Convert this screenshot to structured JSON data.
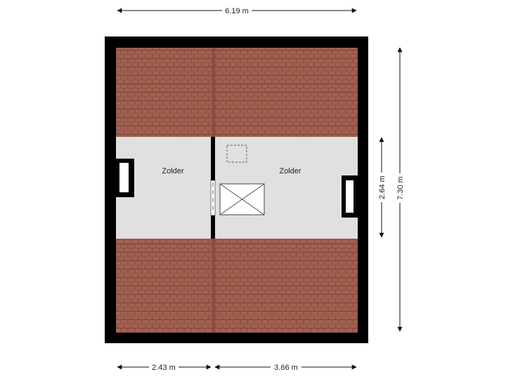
{
  "dimensions": {
    "top_width": "6.19 m",
    "bottom_left": "2.43 m",
    "bottom_right": "3.66 m",
    "right_inner": "2.64 m",
    "right_outer": "7.30 m"
  },
  "rooms": [
    {
      "label": "Zolder"
    },
    {
      "label": "Zolder"
    }
  ],
  "colors": {
    "wall": "#000000",
    "roof_tile": "#a06152",
    "roof_line": "#7a3f33",
    "floor": "#e0e0e0",
    "dimension_line": "#111111"
  }
}
